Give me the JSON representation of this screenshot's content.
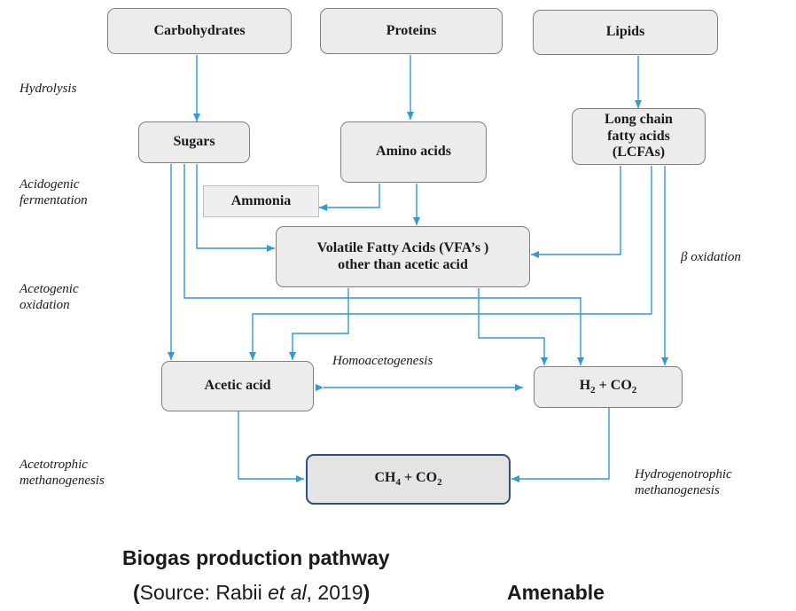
{
  "nodes": {
    "carbohydrates": "Carbohydrates",
    "proteins": "Proteins",
    "lipids": "Lipids",
    "sugars": "Sugars",
    "amino_acids": "Amino acids",
    "lcfa_line1": "Long chain",
    "lcfa_line2": "fatty acids",
    "lcfa_line3": "(LCFAs)",
    "ammonia": "Ammonia",
    "vfa_line1": "Volatile Fatty Acids (VFA’s )",
    "vfa_line2": "other than acetic acid",
    "acetic_acid": "Acetic acid",
    "h2": "H",
    "h2_sub": "2",
    "h2_rest": " + CO",
    "h2_co2_sub": "2",
    "ch4": "CH",
    "ch4_sub": "4",
    "ch4_rest": " + CO",
    "ch4_co2_sub": "2"
  },
  "stages": {
    "hydrolysis": "Hydrolysis",
    "acidogenic_1": "Acidogenic",
    "acidogenic_2": "fermentation",
    "acetogenic_1": "Acetogenic",
    "acetogenic_2": "oxidation",
    "homoacetogenesis": "Homoacetogenesis",
    "beta_oxidation": "β oxidation",
    "acetotrophic_1": "Acetotrophic",
    "acetotrophic_2": "methanogenesis",
    "hydrogenotrophic_1": "Hydrogenotrophic",
    "hydrogenotrophic_2": "methanogenesis"
  },
  "caption": {
    "title": "Biogas production pathway",
    "source_open": "(",
    "source_prefix": "Source: Rabii ",
    "source_etal": "et al",
    "source_year": ", 2019",
    "source_close": ")",
    "side_word": "Amenable"
  },
  "colors": {
    "arrow": "#2e9ad6",
    "box_fill": "#ececec",
    "box_border": "#7f7f7f",
    "final_border": "#2f4f7f"
  }
}
